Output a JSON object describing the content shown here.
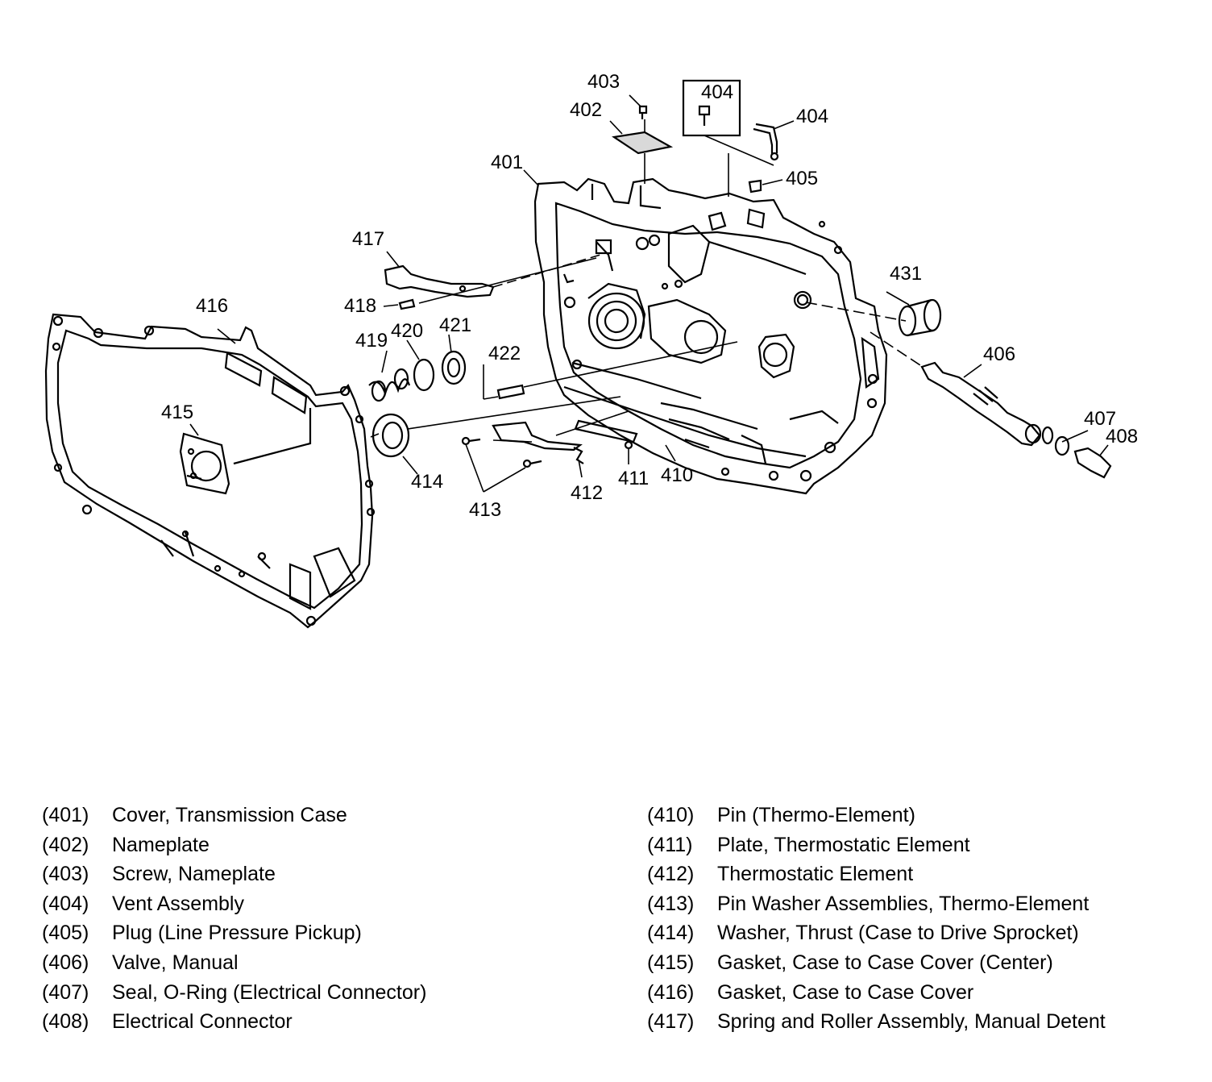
{
  "callouts": {
    "c401": "401",
    "c402": "402",
    "c403": "403",
    "c404a": "404",
    "c404b": "404",
    "c405": "405",
    "c406": "406",
    "c407": "407",
    "c408": "408",
    "c410": "410",
    "c411": "411",
    "c412": "412",
    "c413": "413",
    "c414": "414",
    "c415": "415",
    "c416": "416",
    "c417": "417",
    "c418": "418",
    "c419": "419",
    "c420": "420",
    "c421": "421",
    "c422": "422",
    "c431": "431"
  },
  "legend": {
    "left": [
      {
        "code": "(401)",
        "desc": "Cover, Transmission Case"
      },
      {
        "code": "(402)",
        "desc": "Nameplate"
      },
      {
        "code": "(403)",
        "desc": "Screw, Nameplate"
      },
      {
        "code": "(404)",
        "desc": "Vent Assembly"
      },
      {
        "code": "(405)",
        "desc": "Plug (Line Pressure Pickup)"
      },
      {
        "code": "(406)",
        "desc": "Valve, Manual"
      },
      {
        "code": "(407)",
        "desc": "Seal, O-Ring (Electrical Connector)"
      },
      {
        "code": "(408)",
        "desc": "Electrical Connector"
      }
    ],
    "right": [
      {
        "code": "(410)",
        "desc": "Pin (Thermo-Element)"
      },
      {
        "code": "(411)",
        "desc": "Plate, Thermostatic Element"
      },
      {
        "code": "(412)",
        "desc": "Thermostatic Element"
      },
      {
        "code": "(413)",
        "desc": "Pin Washer Assemblies, Thermo-Element"
      },
      {
        "code": "(414)",
        "desc": "Washer, Thrust (Case to Drive Sprocket)"
      },
      {
        "code": "(415)",
        "desc": "Gasket, Case to Case Cover (Center)"
      },
      {
        "code": "(416)",
        "desc": "Gasket, Case to Case Cover"
      },
      {
        "code": "(417)",
        "desc": "Spring and Roller Assembly, Manual Detent"
      }
    ]
  }
}
